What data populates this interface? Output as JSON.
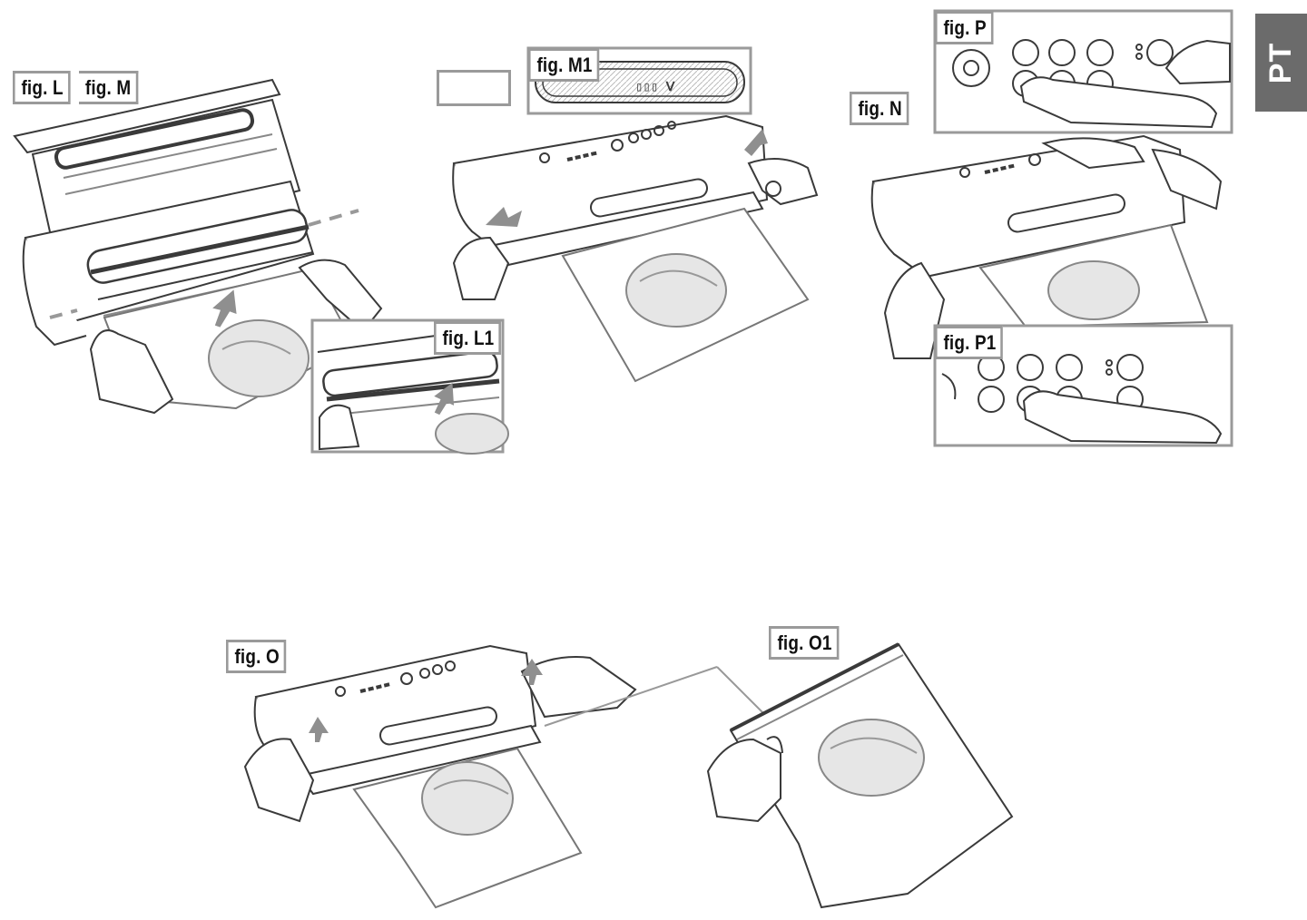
{
  "language_tab": "PT",
  "figures": {
    "L": "fig. L",
    "M": "fig. M",
    "L1": "fig. L1",
    "M1": "fig. M1",
    "N": "fig. N",
    "P": "fig. P",
    "P1": "fig. P1",
    "O": "fig. O",
    "O1": "fig. O1"
  },
  "icons": [
    "vacuum-sealer-illustration",
    "hand-illustration",
    "bag-illustration",
    "arrow-icon",
    "control-buttons"
  ],
  "colors": {
    "line": "#3a3a3a",
    "frame": "#9a9a9a",
    "tab": "#6b6b6b",
    "arrow": "#8f8f8f"
  }
}
